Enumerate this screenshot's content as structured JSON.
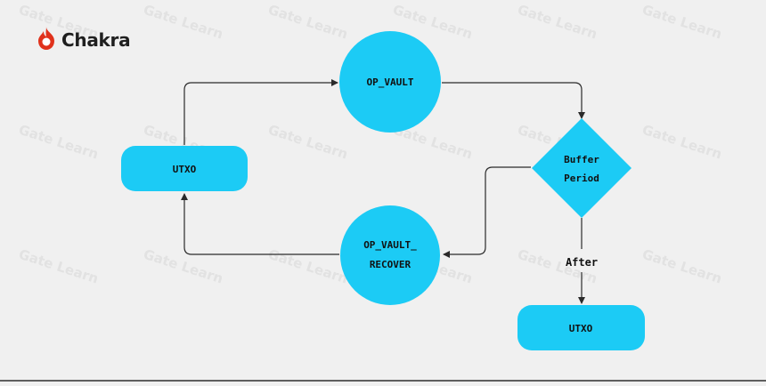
{
  "logo": {
    "text": "Chakra"
  },
  "watermark": {
    "text": "Gate Learn"
  },
  "colors": {
    "node_fill": "#1ccbf5",
    "background": "#f0f0f0",
    "line": "#2a2a2a",
    "brand": "#e0321c"
  },
  "nodes": {
    "op_vault": {
      "label": "OP_VAULT"
    },
    "buffer_period": {
      "line1": "Buffer",
      "line2": "Period"
    },
    "op_vault_recover": {
      "line1": "OP_VAULT_",
      "line2": "RECOVER"
    },
    "utxo_left": {
      "label": "UTXO"
    },
    "utxo_bottom": {
      "label": "UTXO"
    }
  },
  "edges": {
    "after_label": "After"
  }
}
